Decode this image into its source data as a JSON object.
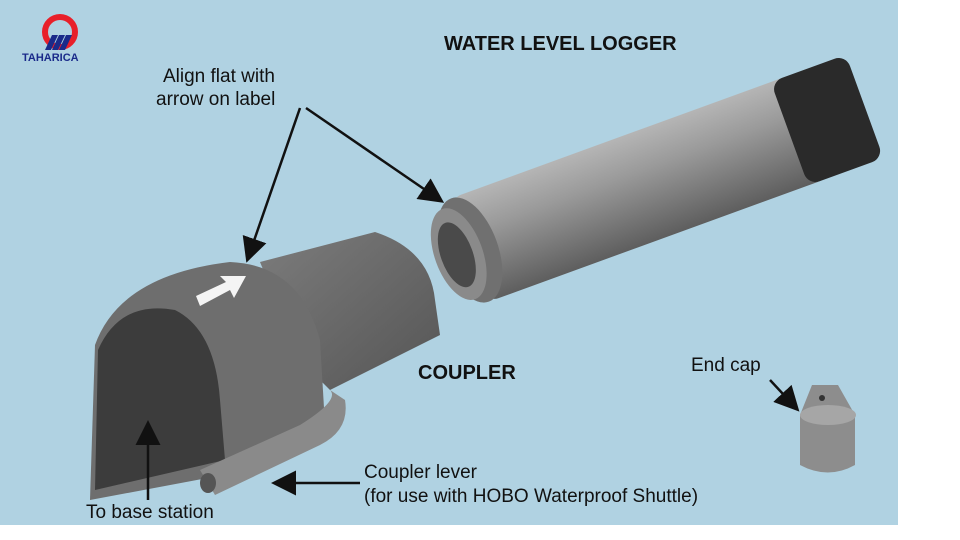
{
  "logo": {
    "text": "TAHARICA"
  },
  "labels": {
    "logger": "WATER LEVEL LOGGER",
    "align_line1": "Align flat with",
    "align_line2": "arrow on label",
    "coupler": "COUPLER",
    "end_cap": "End cap",
    "lever_line1": "Coupler lever",
    "lever_line2": "(for use with HOBO Waterproof Shuttle)",
    "base": "To base station"
  },
  "colors": {
    "background": "#b0d2e2",
    "logger": "#8c8c8c",
    "coupler": "#6a6a6a",
    "logo_red": "#e8202a",
    "logo_blue": "#1a2a8a"
  }
}
